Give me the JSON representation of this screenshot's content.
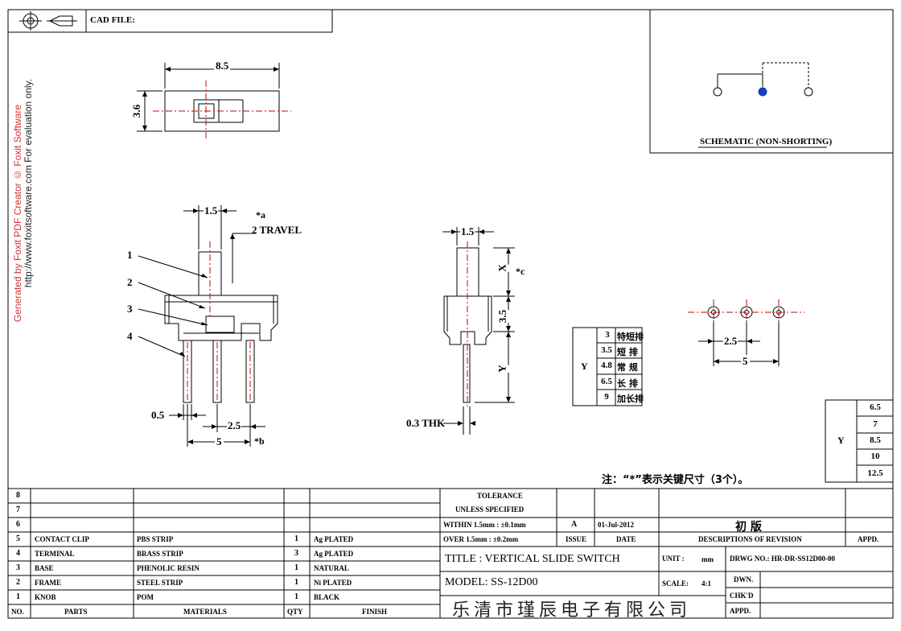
{
  "header": {
    "cad_label": "CAD FILE:"
  },
  "watermark": {
    "line1": "Generated by Foxit PDF Creator © Foxit Software",
    "line2": "http://www.foxitsoftware.com   For evaluation only."
  },
  "top_view": {
    "width": "8.5",
    "height": "3.6"
  },
  "front_view": {
    "pitch_top": "1.5",
    "travel_mark": "*a",
    "travel": "2 TRAVEL",
    "callouts": [
      "1",
      "2",
      "3",
      "4"
    ],
    "pin_width": "0.5",
    "pin_pitch": "2.5",
    "span": "5",
    "span_mark": "*b"
  },
  "side_view": {
    "width": "1.5",
    "x_label": "X",
    "x_mark": "*c",
    "body_h": "3.5",
    "y_label": "Y",
    "thk": "0.3 THK"
  },
  "y_table": {
    "label": "Y",
    "rows": [
      {
        "val": "3",
        "desc": "特短排"
      },
      {
        "val": "3.5",
        "desc": "短 排"
      },
      {
        "val": "4.8",
        "desc": "常 规"
      },
      {
        "val": "6.5",
        "desc": "长 排"
      },
      {
        "val": "9",
        "desc": "加长排"
      }
    ]
  },
  "y_table_right": {
    "label": "Y",
    "values": [
      "6.5",
      "7",
      "8.5",
      "10",
      "12.5"
    ]
  },
  "schematic": {
    "caption": "SCHEMATIC (NON-SHORTING)"
  },
  "pcb": {
    "pitch": "2.5",
    "span": "5"
  },
  "note": "注：“*”表示关键尺寸（3个）。",
  "bom": {
    "row_numbers_empty": [
      "8",
      "7",
      "6"
    ],
    "rows": [
      {
        "no": "5",
        "part": "CONTACT CLIP",
        "material": "PBS STRIP",
        "qty": "1",
        "finish": "Ag PLATED"
      },
      {
        "no": "4",
        "part": "TERMINAL",
        "material": "BRASS STRIP",
        "qty": "3",
        "finish": "Ag PLATED"
      },
      {
        "no": "3",
        "part": "BASE",
        "material": "PHENOLIC RESIN",
        "qty": "1",
        "finish": "NATURAL"
      },
      {
        "no": "2",
        "part": "FRAME",
        "material": "STEEL STRIP",
        "qty": "1",
        "finish": "Ni PLATED"
      },
      {
        "no": "1",
        "part": "KNOB",
        "material": "POM",
        "qty": "1",
        "finish": "BLACK"
      }
    ],
    "headers": {
      "no": "NO.",
      "parts": "PARTS",
      "materials": "MATERIALS",
      "qty": "QTY",
      "finish": "FINISH"
    }
  },
  "tolerance": {
    "l1": "TOLERANCE",
    "l2": "UNLESS SPECIFIED",
    "l3": "WITHIN 1.5mm : ±0.1mm",
    "l4": "OVER 1.5mm : ±0.2mm"
  },
  "revision": {
    "issue": "A",
    "date": "01-Jul-2012",
    "desc": "初 版",
    "h_issue": "ISSUE",
    "h_date": "DATE",
    "h_desc": "DESCRIPTIONS OF REVISION",
    "h_appd": "APPD."
  },
  "title_block": {
    "title": "TITLE : VERTICAL SLIDE SWITCH",
    "unit_label": "UNIT :",
    "unit": "mm",
    "drwg": "DRWG NO.: HR-DR-SS12D00-00",
    "model": "MODEL: SS-12D00",
    "scale_label": "SCALE:",
    "scale": "4:1",
    "dwn": "DWN.",
    "chkd": "CHK'D",
    "appd": "APPD.",
    "company": "乐清市瑾辰电子有限公司"
  },
  "colors": {
    "line": "#000000",
    "center": "#cc0000",
    "watermark": "#d63030"
  }
}
